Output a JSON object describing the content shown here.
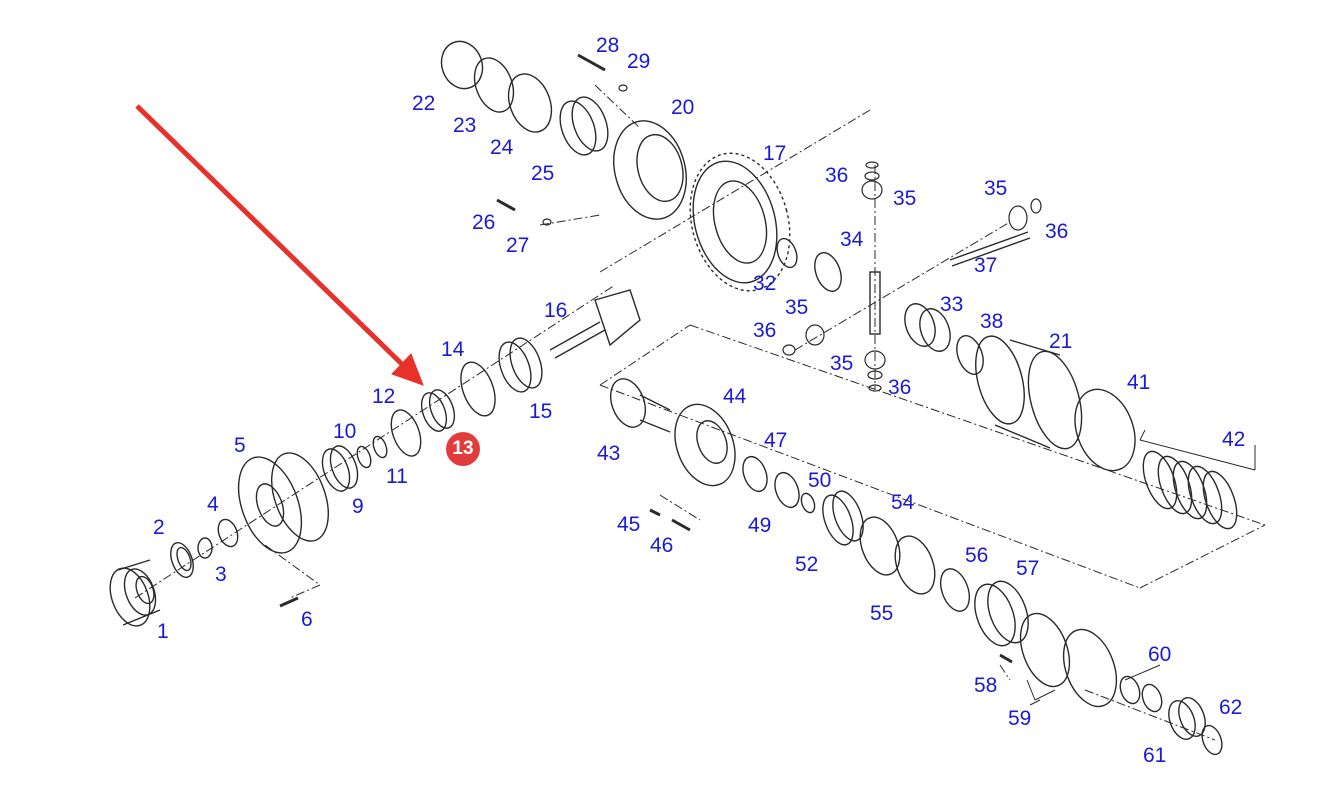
{
  "colors": {
    "label": "#1a1ad6",
    "highlight": "#e23b3b",
    "arrow": "#e8312a",
    "line": "#2a2a2a"
  },
  "highlight": {
    "label": "13"
  },
  "labels": {
    "p1": "1",
    "p2": "2",
    "p3": "3",
    "p4": "4",
    "p5": "5",
    "p6": "6",
    "p9": "9",
    "p10": "10",
    "p11": "11",
    "p12": "12",
    "p14": "14",
    "p15": "15",
    "p16": "16",
    "p17": "17",
    "p20": "20",
    "p21": "21",
    "p22": "22",
    "p23": "23",
    "p24": "24",
    "p25": "25",
    "p26": "26",
    "p27": "27",
    "p28": "28",
    "p29": "29",
    "p32": "32",
    "p33": "33",
    "p34": "34",
    "p35a": "35",
    "p35b": "35",
    "p35c": "35",
    "p35d": "35",
    "p36a": "36",
    "p36b": "36",
    "p36c": "36",
    "p36d": "36",
    "p37": "37",
    "p38": "38",
    "p41": "41",
    "p42": "42",
    "p43": "43",
    "p44": "44",
    "p45": "45",
    "p46": "46",
    "p47": "47",
    "p49": "49",
    "p50": "50",
    "p52": "52",
    "p54": "54",
    "p55": "55",
    "p56": "56",
    "p57": "57",
    "p58": "58",
    "p59": "59",
    "p60": "60",
    "p61": "61",
    "p62": "62"
  }
}
